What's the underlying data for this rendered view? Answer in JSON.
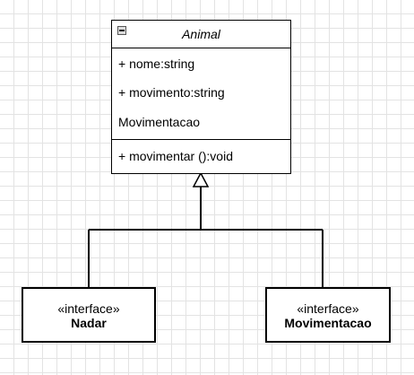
{
  "class": {
    "name": "Animal",
    "attributes": [
      "+ nome:string",
      "+ movimento:string",
      "Movimentacao"
    ],
    "operations": [
      "+ movimentar ():void"
    ]
  },
  "interfaces": [
    {
      "stereotype": "«interface»",
      "name": "Nadar"
    },
    {
      "stereotype": "«interface»",
      "name": "Movimentacao"
    }
  ],
  "relations": [
    {
      "type": "realization",
      "from": "Nadar",
      "to": "Animal"
    },
    {
      "type": "realization",
      "from": "Movimentacao",
      "to": "Animal"
    }
  ]
}
